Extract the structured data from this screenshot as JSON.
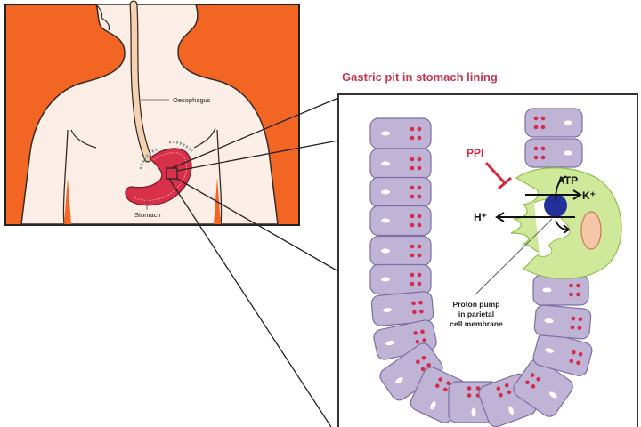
{
  "title": "Gastric pit in stomach lining",
  "labels": {
    "oesophagus": "Oesophagus",
    "stomach": "Stomach",
    "ppi": "PPI",
    "atp": "ATP",
    "k_ion": "K⁺",
    "h_ion": "H⁺",
    "proton_pump": [
      "Proton pump",
      "in parietal",
      "cell membrane"
    ]
  },
  "colors": {
    "background_orange": "#f26522",
    "skin": "#fbeee6",
    "oesophagus": "#f5d2b0",
    "stomach": "#d9304a",
    "title_red": "#c8364e",
    "cell_purple": "#bfb3d6",
    "cell_outline": "#7b6ea3",
    "granule_red": "#d42b4a",
    "parietal_green": "#cfe89a",
    "pump_blue": "#23309a",
    "nucleus_peach": "#f6c7a6",
    "ppi_red": "#d8283f"
  }
}
